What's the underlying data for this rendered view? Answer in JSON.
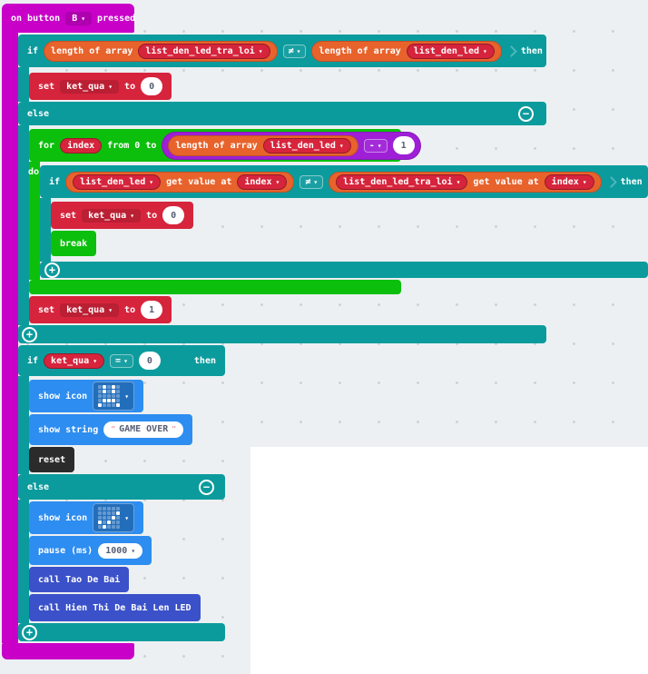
{
  "colors": {
    "input": "#C800C8",
    "logic": "#0C9B9D",
    "variables": "#D6243C",
    "arrays": "#E8632C",
    "loops": "#0CBF0C",
    "math": "#9E1FD6",
    "basic": "#2D8DF0",
    "functions": "#3B51C9",
    "control": "#2B2B2B",
    "workspace_bg": "#edf0f2",
    "panel_bg": "#ffffff"
  },
  "blocks": {
    "on_button": {
      "prefix": "on button",
      "button": "B",
      "suffix": "pressed"
    },
    "if_outer": {
      "kw": "if",
      "op": "≠",
      "then": "then",
      "else_kw": "else"
    },
    "len_tra_loi": {
      "label": "length of array",
      "var": "list_den_led_tra_loi"
    },
    "len_den_led": {
      "label": "length of array",
      "var": "list_den_led"
    },
    "set_a": {
      "kw": "set",
      "var": "ket_qua",
      "to": "to",
      "value": "0"
    },
    "for_loop": {
      "kw": "for",
      "var": "index",
      "range": "from 0 to",
      "op": "-",
      "bound": "1",
      "do_kw": "do"
    },
    "for_len": {
      "label": "length of array",
      "var": "list_den_led"
    },
    "if_inner": {
      "kw": "if",
      "op": "≠",
      "then": "then"
    },
    "get_a": {
      "var": "list_den_led",
      "label": "get value at",
      "index": "index"
    },
    "get_b": {
      "var": "list_den_led_tra_loi",
      "label": "get value at",
      "index": "index"
    },
    "set_b": {
      "kw": "set",
      "var": "ket_qua",
      "to": "to",
      "value": "0"
    },
    "break_blk": {
      "label": "break"
    },
    "set_c": {
      "kw": "set",
      "var": "ket_qua",
      "to": "to",
      "value": "1"
    },
    "if_result": {
      "kw": "if",
      "var": "ket_qua",
      "op": "=",
      "value": "0",
      "then": "then",
      "else_kw": "else"
    },
    "show_icon_sad": {
      "label": "show icon",
      "pattern": [
        [
          0,
          1,
          0,
          1,
          0
        ],
        [
          0,
          1,
          0,
          1,
          0
        ],
        [
          0,
          0,
          0,
          0,
          0
        ],
        [
          0,
          1,
          1,
          1,
          0
        ],
        [
          1,
          0,
          0,
          0,
          1
        ]
      ]
    },
    "show_string": {
      "label": "show string",
      "quote": "\"",
      "value": "GAME OVER"
    },
    "reset_blk": {
      "label": "reset"
    },
    "show_icon_yes": {
      "label": "show icon",
      "pattern": [
        [
          0,
          0,
          0,
          0,
          0
        ],
        [
          0,
          0,
          0,
          0,
          1
        ],
        [
          0,
          0,
          0,
          1,
          0
        ],
        [
          1,
          0,
          1,
          0,
          0
        ],
        [
          0,
          1,
          0,
          0,
          0
        ]
      ]
    },
    "pause_blk": {
      "label": "pause (ms)",
      "value": "1000"
    },
    "call_tao": {
      "label": "call Tao De Bai"
    },
    "call_hien": {
      "label": "call Hien Thi De Bai Len LED"
    }
  }
}
